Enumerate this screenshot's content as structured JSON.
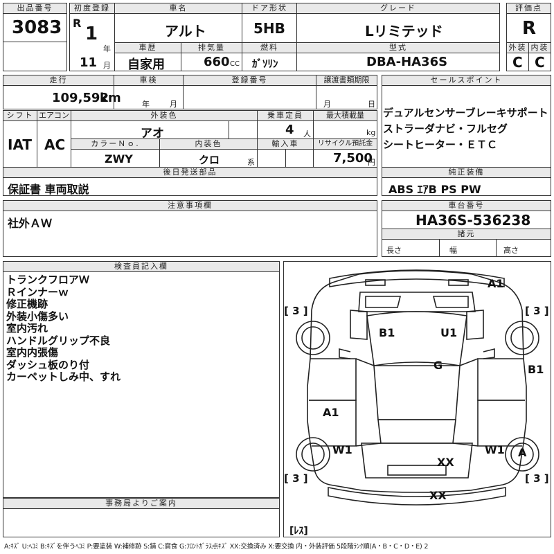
{
  "header": {
    "lot_label": "出品番号",
    "lot": "3083",
    "reg_label": "初度登録",
    "era": "R",
    "reg_year": "1",
    "year_unit": "年",
    "reg_month": "11",
    "month_unit": "月",
    "name_label": "車名",
    "name": "アルト",
    "door_label": "ドア形状",
    "door": "5HB",
    "grade_label": "グレード",
    "grade": "Lリミテッド",
    "score_label": "評価点",
    "score": "R",
    "ext_label": "外装",
    "ext": "C",
    "int_label": "内装",
    "int": "C",
    "history_label": "車歴",
    "history": "自家用",
    "disp_label": "排気量",
    "disp": "660",
    "disp_unit": "CC",
    "fuel_label": "燃料",
    "fuel": "ｶﾞｿﾘﾝ",
    "model_label": "型式",
    "model": "DBA-HA36S"
  },
  "row2": {
    "mileage_label": "走行",
    "mileage": "109,592",
    "mileage_unit": "km",
    "inspection_label": "車検",
    "insp_year": "年",
    "insp_month": "月",
    "regno_label": "登録番号",
    "transfer_label": "譲渡書類期限",
    "transfer_month": "月",
    "transfer_day": "日",
    "sales_label": "セールスポイント",
    "sales_points": [
      "デュアルセンサーブレーキサポート",
      "ストラーダナビ・フルセグ",
      "シートヒーター・ＥＴＣ"
    ]
  },
  "row3": {
    "shift_label": "シフト",
    "shift": "IAT",
    "ac_label": "エアコン",
    "ac": "AC",
    "color_label": "外装色",
    "color": "アオ",
    "seats_label": "乗車定員",
    "seats": "4",
    "seats_unit": "人",
    "load_label": "最大積載量",
    "load_unit": "kg",
    "colorno_label": "カラーＮｏ.",
    "colorno": "ZWY",
    "interior_label": "内装色",
    "interior": "クロ",
    "interior_unit": "系",
    "import_label": "輸入車",
    "recycle_label": "リサイクル預託金",
    "recycle": "7,500",
    "recycle_unit": "円"
  },
  "deferred": {
    "label": "後日発送部品",
    "text": "保証書 車両取説"
  },
  "genuine": {
    "label": "純正装備",
    "text": "ABS ｴｱB PS PW"
  },
  "notes": {
    "label": "注意事項欄",
    "text": "社外ＡＷ"
  },
  "chassis": {
    "label": "車台番号",
    "value": "HA36S-536238",
    "dims_label": "諸元",
    "length": "長さ",
    "width": "幅",
    "height": "高さ"
  },
  "inspector": {
    "label": "検査員記入欄",
    "lines": [
      "トランクフロアＷ",
      "Ｒインナーｗ",
      "修正機跡",
      "外装小傷多い",
      "室内汚れ",
      "ハンドルグリップ不良",
      "室内内張傷",
      "ダッシュ板のり付",
      "カーペットしみ中、すれ"
    ]
  },
  "office": {
    "label": "事務局よりご案内"
  },
  "diagram": {
    "marks": [
      "A1",
      "B1",
      "U1",
      "G",
      "B1",
      "A1",
      "W1",
      "W1",
      "A",
      "XX",
      "XX"
    ],
    "tires": [
      "[ 3 ]",
      "[ 3 ]",
      "[ 3 ]",
      "[ 3 ]"
    ],
    "spare": "[ﾚｽ]"
  },
  "legend": "A:ｷｽﾞ U:ﾍｺﾐ B:ｷｽﾞを伴うﾍｺﾐ P:要塗装 W:補修跡 S:錆 C:腐食 G:ﾌﾛﾝﾄｶﾞﾗｽ点ｷｽﾞ XX:交換済み X:要交換 内・外装評価 5段階ﾗﾝｸ順(A・B・C・D・E) 2"
}
